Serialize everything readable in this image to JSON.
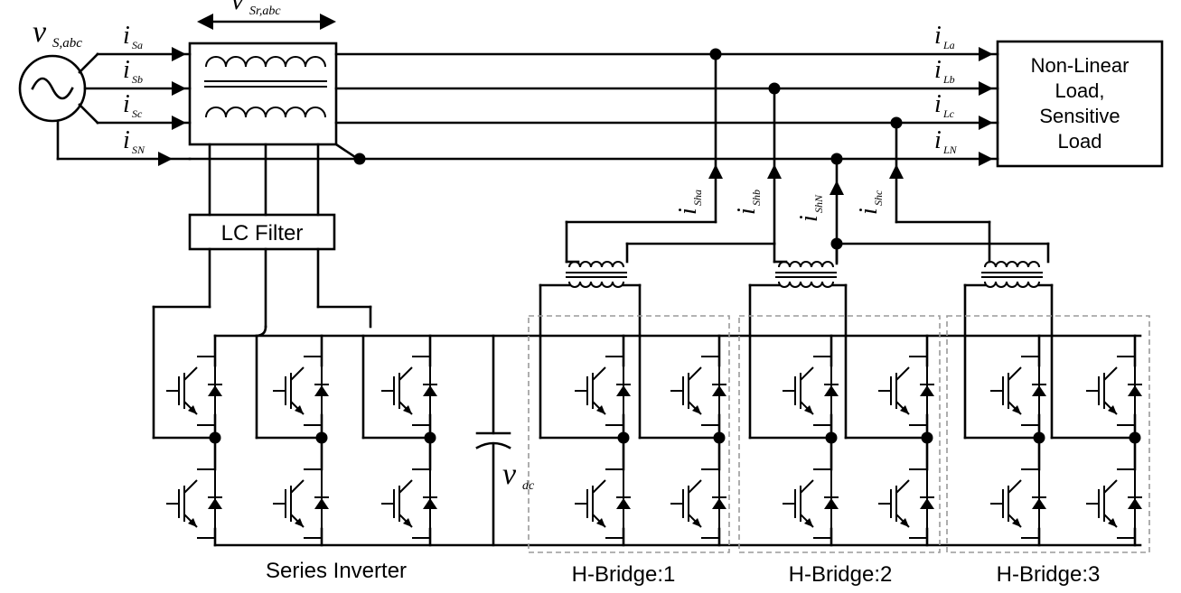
{
  "source": {
    "symbol": "v",
    "subscript": "S,abc"
  },
  "series_voltage": {
    "symbol": "v",
    "subscript": "Sr,abc"
  },
  "source_currents": [
    {
      "symbol": "i",
      "subscript": "Sa"
    },
    {
      "symbol": "i",
      "subscript": "Sb"
    },
    {
      "symbol": "i",
      "subscript": "Sc"
    },
    {
      "symbol": "i",
      "subscript": "SN"
    }
  ],
  "load_currents": [
    {
      "symbol": "i",
      "subscript": "La"
    },
    {
      "symbol": "i",
      "subscript": "Lb"
    },
    {
      "symbol": "i",
      "subscript": "Lc"
    },
    {
      "symbol": "i",
      "subscript": "LN"
    }
  ],
  "shunt_currents": [
    {
      "symbol": "i",
      "subscript": "Sha"
    },
    {
      "symbol": "i",
      "subscript": "Shb"
    },
    {
      "symbol": "i",
      "subscript": "ShN"
    },
    {
      "symbol": "i",
      "subscript": "Shc"
    }
  ],
  "load_box": {
    "lines": [
      "Non-Linear",
      "Load,",
      "Sensitive",
      "Load"
    ]
  },
  "lc_filter": {
    "label": "LC Filter"
  },
  "dc_link": {
    "symbol": "v",
    "subscript": "dc"
  },
  "captions": {
    "series_inverter": "Series Inverter",
    "hbridge_1": "H-Bridge:1",
    "hbridge_2": "H-Bridge:2",
    "hbridge_3": "H-Bridge:3"
  }
}
